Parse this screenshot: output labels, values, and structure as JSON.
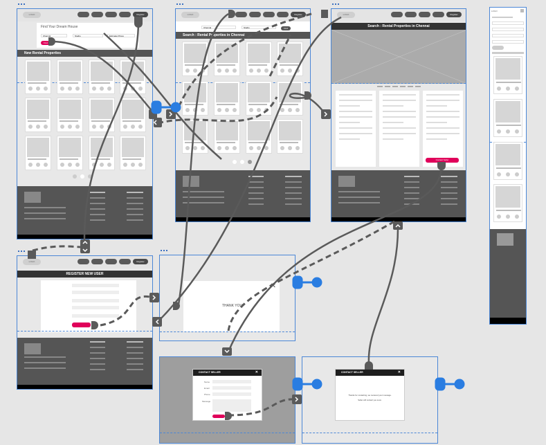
{
  "common": {
    "logo": "LOGO",
    "register": "Register"
  },
  "home": {
    "search_title": "Find Your Dream House",
    "fields": [
      "Chennai",
      "Studio",
      "Estimate Prices"
    ],
    "find_button": "Find",
    "section_title": "New Rental Properties"
  },
  "search": {
    "fields": [
      "Chennai",
      "Studio"
    ],
    "go_button": "Find",
    "section_title": "Search : Rental Properties in Chennai"
  },
  "detail": {
    "section_title": "Search : Rental Properties in Chennai",
    "contact_button": "Contact Seller"
  },
  "register": {
    "section_title": "REGISTER NEW USER"
  },
  "thanks": {
    "text": "THANK YOU",
    "close": "✕"
  },
  "contact_form": {
    "title": "CONTACT SELLER",
    "close": "✕",
    "labels": [
      "Name",
      "Email",
      "Phone",
      "Message"
    ]
  },
  "contact_done": {
    "title": "CONTACT SELLER",
    "close": "✕",
    "line1": "Thanks for contacting, we received your message.",
    "line2": "Seller will contact you soon."
  },
  "colors": {
    "accent": "#e0005a",
    "link": "#2a7de1",
    "frame_border": "#4a86d6"
  }
}
